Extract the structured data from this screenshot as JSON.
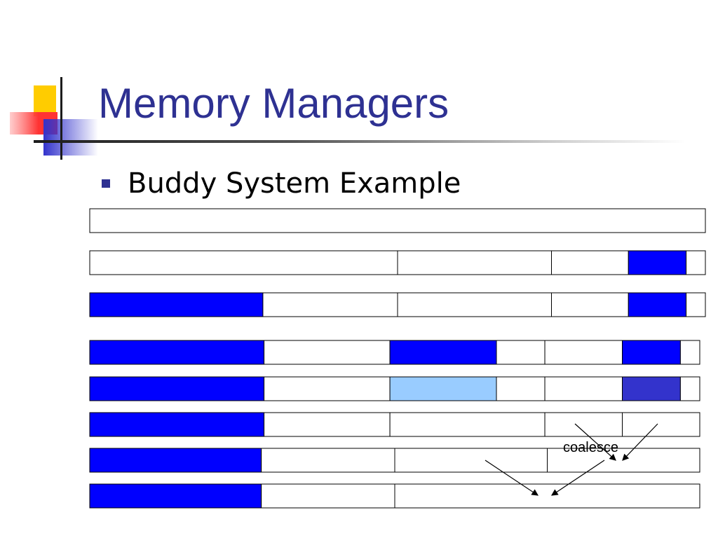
{
  "slide": {
    "title": "Memory Managers",
    "bullet": "Buddy System Example"
  },
  "colors": {
    "title": "#2e3192",
    "allocated": "#0000ff",
    "freed": "#99ccff",
    "selected": "#3333cc",
    "free": "#ffffff"
  },
  "diagram": {
    "annotation": "coalesce",
    "total_units": 64,
    "rows": [
      {
        "blocks": [
          {
            "size": 64,
            "state": "free"
          }
        ]
      },
      {
        "blocks": [
          {
            "size": 32,
            "state": "free"
          },
          {
            "size": 16,
            "state": "free"
          },
          {
            "size": 8,
            "state": "free"
          },
          {
            "size": 6,
            "state": "allocated"
          },
          {
            "size": 2,
            "state": "free"
          }
        ]
      },
      {
        "blocks": [
          {
            "size": 18,
            "state": "allocated"
          },
          {
            "size": 14,
            "state": "free"
          },
          {
            "size": 16,
            "state": "free"
          },
          {
            "size": 8,
            "state": "free"
          },
          {
            "size": 6,
            "state": "allocated"
          },
          {
            "size": 2,
            "state": "free"
          }
        ]
      },
      {
        "blocks": [
          {
            "size": 18,
            "state": "allocated"
          },
          {
            "size": 13,
            "state": "free"
          },
          {
            "size": 11,
            "state": "allocated"
          },
          {
            "size": 5,
            "state": "free"
          },
          {
            "size": 8,
            "state": "free"
          },
          {
            "size": 6,
            "state": "allocated"
          },
          {
            "size": 2,
            "state": "free"
          }
        ]
      },
      {
        "blocks": [
          {
            "size": 18,
            "state": "allocated"
          },
          {
            "size": 13,
            "state": "free"
          },
          {
            "size": 11,
            "state": "freed"
          },
          {
            "size": 5,
            "state": "free"
          },
          {
            "size": 8,
            "state": "free"
          },
          {
            "size": 6,
            "state": "selected"
          },
          {
            "size": 2,
            "state": "free"
          }
        ]
      },
      {
        "blocks": [
          {
            "size": 18,
            "state": "allocated"
          },
          {
            "size": 13,
            "state": "free"
          },
          {
            "size": 16,
            "state": "free"
          },
          {
            "size": 8,
            "state": "free"
          },
          {
            "size": 8,
            "state": "free"
          }
        ]
      },
      {
        "blocks": [
          {
            "size": 18,
            "state": "allocated"
          },
          {
            "size": 14,
            "state": "free"
          },
          {
            "size": 16,
            "state": "free"
          },
          {
            "size": 16,
            "state": "free"
          }
        ]
      },
      {
        "blocks": [
          {
            "size": 18,
            "state": "allocated"
          },
          {
            "size": 14,
            "state": "free"
          },
          {
            "size": 32,
            "state": "free"
          }
        ]
      }
    ]
  }
}
